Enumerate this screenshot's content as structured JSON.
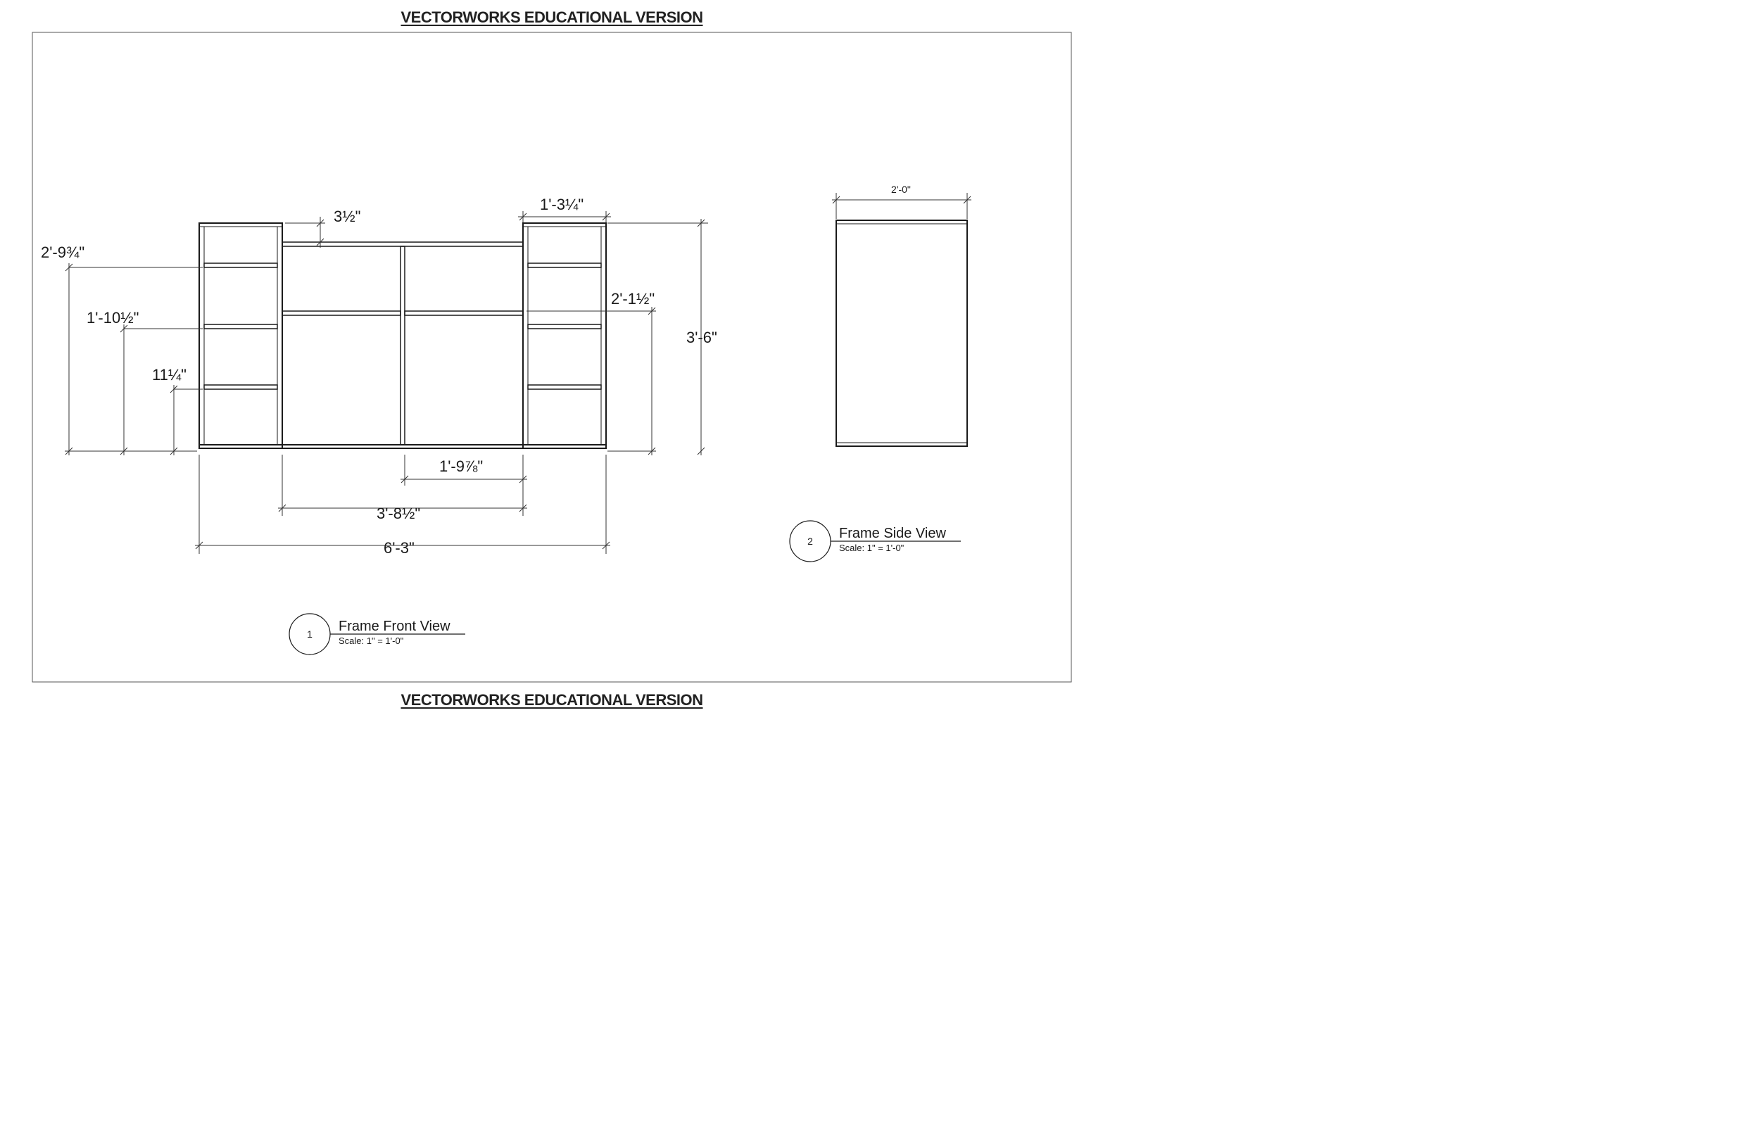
{
  "watermark": {
    "top": "VECTORWORKS EDUCATIONAL VERSION",
    "bottom": "VECTORWORKS EDUCATIONAL VERSION"
  },
  "front_view": {
    "dimensions": {
      "top_gap": "3½\"",
      "tower_width": "1'-3¼\"",
      "top_shelf_height": "2'-9¾\"",
      "middle_shelf_height": "1'-10½\"",
      "bottom_shelf_height": "11¼\"",
      "center_shelf_height": "2'-1½\"",
      "overall_height": "3'-6\"",
      "bay_width": "1'-9⅞\"",
      "center_width": "3'-8½\"",
      "overall_width": "6'-3\""
    },
    "title_block": {
      "number": "1",
      "title": "Frame Front View",
      "scale": "Scale: 1\" = 1'-0\""
    }
  },
  "side_view": {
    "dimensions": {
      "depth": "2'-0\""
    },
    "title_block": {
      "number": "2",
      "title": "Frame Side View",
      "scale": "Scale: 1\" = 1'-0\""
    }
  },
  "colors": {
    "line": "#1a1a1a",
    "dim_line": "#333333",
    "background": "#ffffff"
  }
}
